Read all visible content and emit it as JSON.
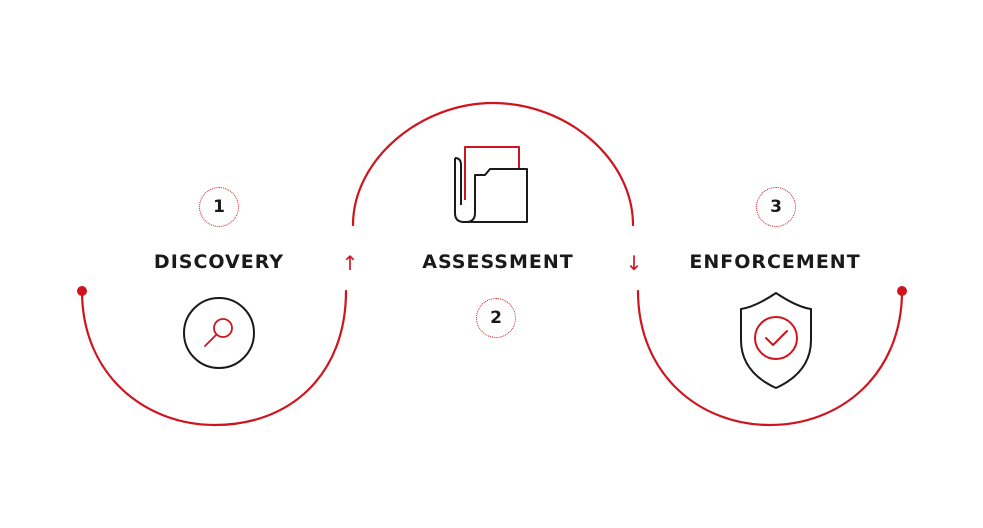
{
  "colors": {
    "accent": "#d0141e",
    "text": "#1a1a1a",
    "background": "#ffffff"
  },
  "steps": [
    {
      "number": "1",
      "title": "DISCOVERY",
      "icon": "magnifier-icon"
    },
    {
      "number": "2",
      "title": "ASSESSMENT",
      "icon": "folder-icon"
    },
    {
      "number": "3",
      "title": "ENFORCEMENT",
      "icon": "shield-check-icon"
    }
  ],
  "arrows": {
    "up": "↑",
    "down": "↓"
  }
}
